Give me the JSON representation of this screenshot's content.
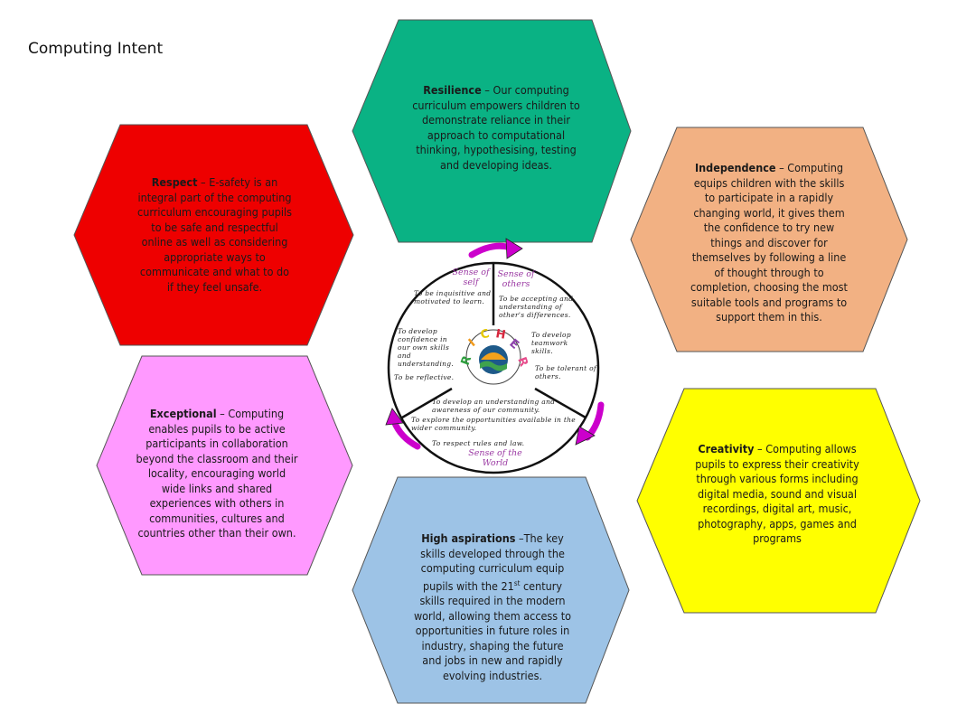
{
  "title": "Computing Intent",
  "hexagons": [
    {
      "id": "resilience",
      "heading": "Resilience",
      "body": "– Our computing curriculum empowers children to demonstrate reliance in their approach to computational thinking, hypothesising, testing and developing ideas.",
      "color": "#0ab284"
    },
    {
      "id": "respect",
      "heading": "Respect",
      "body": "– E-safety is an integral part of the computing curriculum encouraging pupils to be safe and respectful online as well as considering appropriate ways to communicate and what to do if they feel unsafe.",
      "color": "#ee0000"
    },
    {
      "id": "independence",
      "heading": "Independence",
      "body": "– Computing equips children with the skills to participate in a rapidly changing world, it gives them the confidence to try new things and discover for themselves by following a line of thought through to completion, choosing the most suitable tools and programs to support them in this.",
      "color": "#f2b183"
    },
    {
      "id": "exceptional",
      "heading": "Exceptional",
      "body": "– Computing enables pupils to be active participants in collaboration beyond the classroom and their locality, encouraging world wide links and shared experiences with others in communities, cultures and countries other than their own.",
      "color": "#ff99ff"
    },
    {
      "id": "creativity",
      "heading": "Creativity",
      "body": "– Computing allows pupils to express their creativity through various forms including digital media, sound and visual recordings, digital art, music, photography, apps, games and programs",
      "color": "#ffff00"
    },
    {
      "id": "aspirations",
      "heading": "High aspirations",
      "body_a": "–The key skills developed through the computing curriculum equip pupils with the 21",
      "body_sup": "st",
      "body_b": "century skills required in the modern world, allowing them access to opportunities in future roles in industry, shaping the future and jobs in new and rapidly evolving industries.",
      "color": "#9dc3e6"
    }
  ],
  "wheel": {
    "sections": {
      "self": "Sense of self",
      "others": "Sense of others",
      "world": "Sense of the World"
    },
    "statements": {
      "inquisitive": "To be inquisitive and motivated to learn.",
      "confidence": "To develop confidence in our own skills and understanding.",
      "reflective": "To be reflective.",
      "accepting": "To be accepting and understanding of other's differences.",
      "teamwork": "To develop teamwork skills.",
      "tolerant": "To be tolerant of others.",
      "understanding": "To develop an understanding and awareness of our community.",
      "opportunities": "To explore the opportunities available in the wider community.",
      "rules": "To respect rules and law."
    },
    "richer": [
      "R",
      "I",
      "C",
      "H",
      "E",
      "R"
    ],
    "arrow_color": "#cc00cc"
  }
}
